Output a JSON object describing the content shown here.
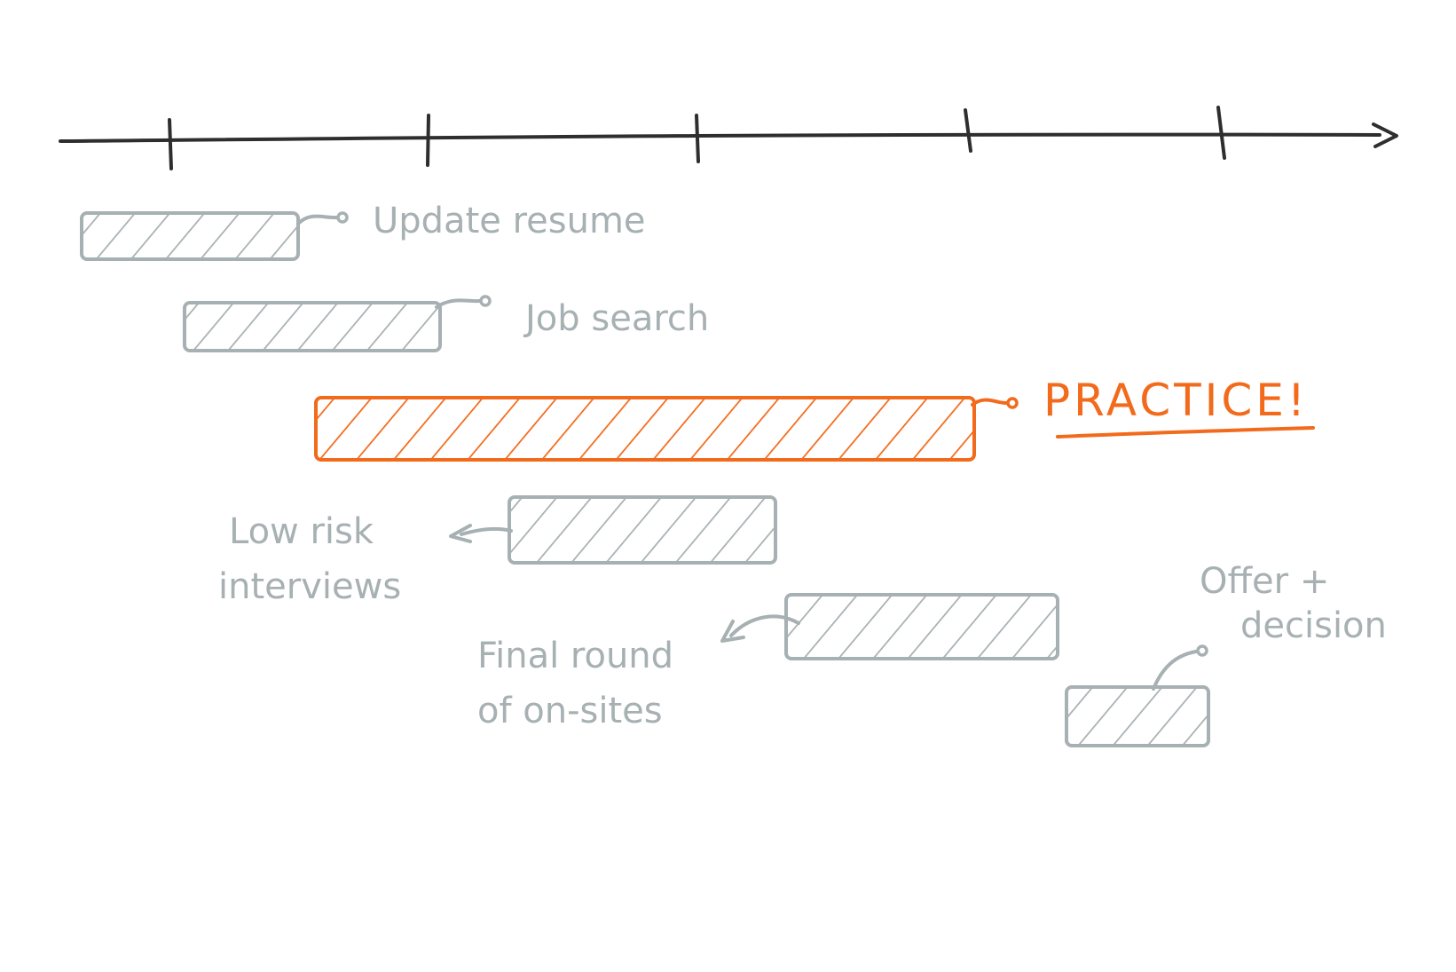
{
  "colors": {
    "axis": "#2e2e2e",
    "task": "#a7b0b2",
    "highlight": "#f26a1b",
    "background": "#ffffff"
  },
  "timeline": {
    "ticks": 5
  },
  "tasks": [
    {
      "id": "update-resume",
      "lines": [
        "Update resume"
      ],
      "start": 0.0,
      "end": 0.82,
      "highlight": false
    },
    {
      "id": "job-search",
      "lines": [
        "Job search"
      ],
      "start": 0.4,
      "end": 1.0,
      "highlight": false
    },
    {
      "id": "practice",
      "lines": [
        "PRACTICE!"
      ],
      "start": 0.93,
      "end": 3.2,
      "highlight": true
    },
    {
      "id": "low-risk-interviews",
      "lines": [
        "Low risk",
        "interviews"
      ],
      "start": 1.65,
      "end": 2.45,
      "highlight": false
    },
    {
      "id": "final-round",
      "lines": [
        "Final round",
        "of on-sites"
      ],
      "start": 2.6,
      "end": 3.6,
      "highlight": false
    },
    {
      "id": "offer-decision",
      "lines": [
        "Offer +",
        "decision"
      ],
      "start": 3.65,
      "end": 4.1,
      "highlight": false
    }
  ]
}
